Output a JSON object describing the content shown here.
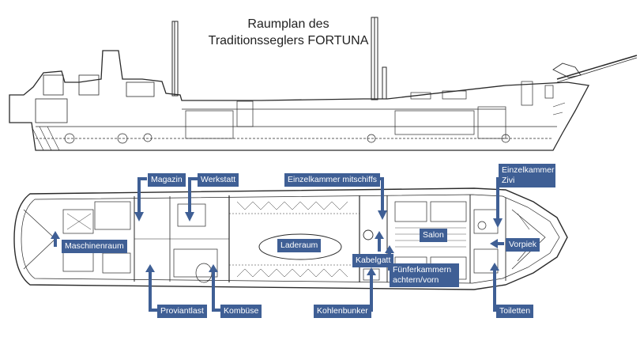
{
  "title": {
    "line1": "Raumplan des",
    "line2": "Traditionsseglers FORTUNA"
  },
  "colors": {
    "label_bg": "#3f5f95",
    "arrow": "#3f5f95",
    "drawing": "#2a2a2a"
  },
  "labels": {
    "magazin": "Magazin",
    "werkstatt": "Werkstatt",
    "einzelkammer_mitschiffs": "Einzelkammer mitschiffs",
    "einzelkammer_zivi": "Einzelkammer Zivi",
    "maschinenraum": "Maschinenraum",
    "laderaum": "Laderaum",
    "salon": "Salon",
    "vorpiek": "Vorpiek",
    "kabelgatt": "Kabelgatt",
    "fuenferkammern": "Fünferkammern achtern/vorn",
    "proviantlast": "Proviantlast",
    "kombuese": "Kombüse",
    "kohlenbunker": "Kohlenbunker",
    "toiletten": "Toiletten"
  }
}
